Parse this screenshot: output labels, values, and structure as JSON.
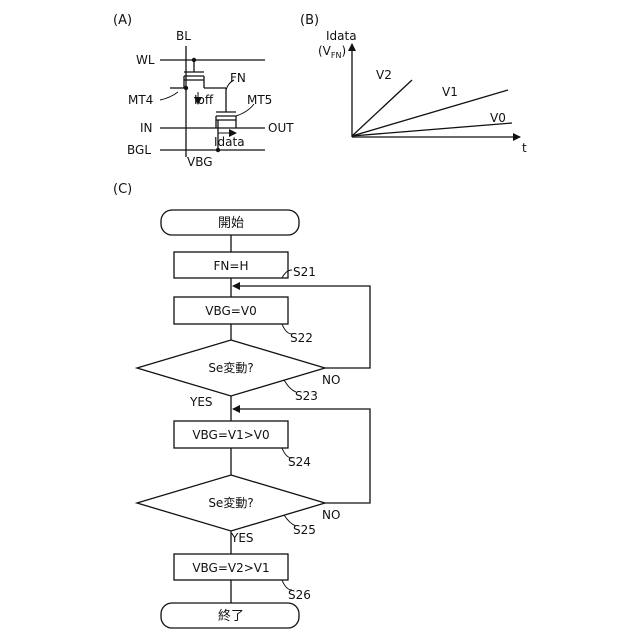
{
  "panels": {
    "a": "(A)",
    "b": "(B)",
    "c": "(C)"
  },
  "circuit": {
    "bl": "BL",
    "wl": "WL",
    "fn": "FN",
    "mt4": "MT4",
    "ioff": "Ioff",
    "mt5": "MT5",
    "in": "IN",
    "out": "OUT",
    "idata": "Idata",
    "bgl": "BGL",
    "vbg": "VBG"
  },
  "graph": {
    "ylabel_line1": "Idata",
    "ylabel_line2_open": "(V",
    "ylabel_sub": "FN",
    "ylabel_line2_close": ")",
    "xlabel": "t",
    "lines": [
      {
        "label": "V2"
      },
      {
        "label": "V1"
      },
      {
        "label": "V0"
      }
    ]
  },
  "flow": {
    "start": "開始",
    "s21_text": "FN=H",
    "s21_tag": "S21",
    "s22_text": "VBG=V0",
    "s22_tag": "S22",
    "s23_text": "Se変動?",
    "s23_tag": "S23",
    "s23_no": "NO",
    "s23_yes": "YES",
    "s24_text": "VBG=V1>V0",
    "s24_tag": "S24",
    "s25_text": "Se変動?",
    "s25_tag": "S25",
    "s25_no": "NO",
    "s25_yes": "YES",
    "s26_text": "VBG=V2>V1",
    "s26_tag": "S26",
    "end": "終了"
  }
}
